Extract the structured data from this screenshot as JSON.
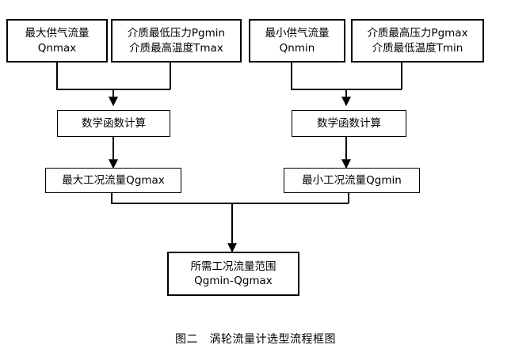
{
  "diagram": {
    "caption": "图二　涡轮流量计选型流程框图",
    "colors": {
      "stroke": "#000000",
      "background": "#ffffff",
      "text": "#000000"
    },
    "nodes": {
      "max_supply_flow": {
        "line1": "最大供气流量",
        "line2": "Qnmax"
      },
      "min_pressure_max_temp": {
        "line1": "介质最低压力Pgmin",
        "line2": "介质最高温度Tmax"
      },
      "min_supply_flow": {
        "line1": "最小供气流量",
        "line2": "Qnmin"
      },
      "max_pressure_min_temp": {
        "line1": "介质最高压力Pgmax",
        "line2": "介质最低温度Tmin"
      },
      "math_calc_left": {
        "line1": "数学函数计算"
      },
      "math_calc_right": {
        "line1": "数学函数计算"
      },
      "qgmax": {
        "line1": "最大工况流量Qgmax"
      },
      "qgmin": {
        "line1": "最小工况流量Qgmin"
      },
      "required_range": {
        "line1": "所需工况流量范围",
        "line2": "Qgmin-Qgmax"
      }
    }
  }
}
